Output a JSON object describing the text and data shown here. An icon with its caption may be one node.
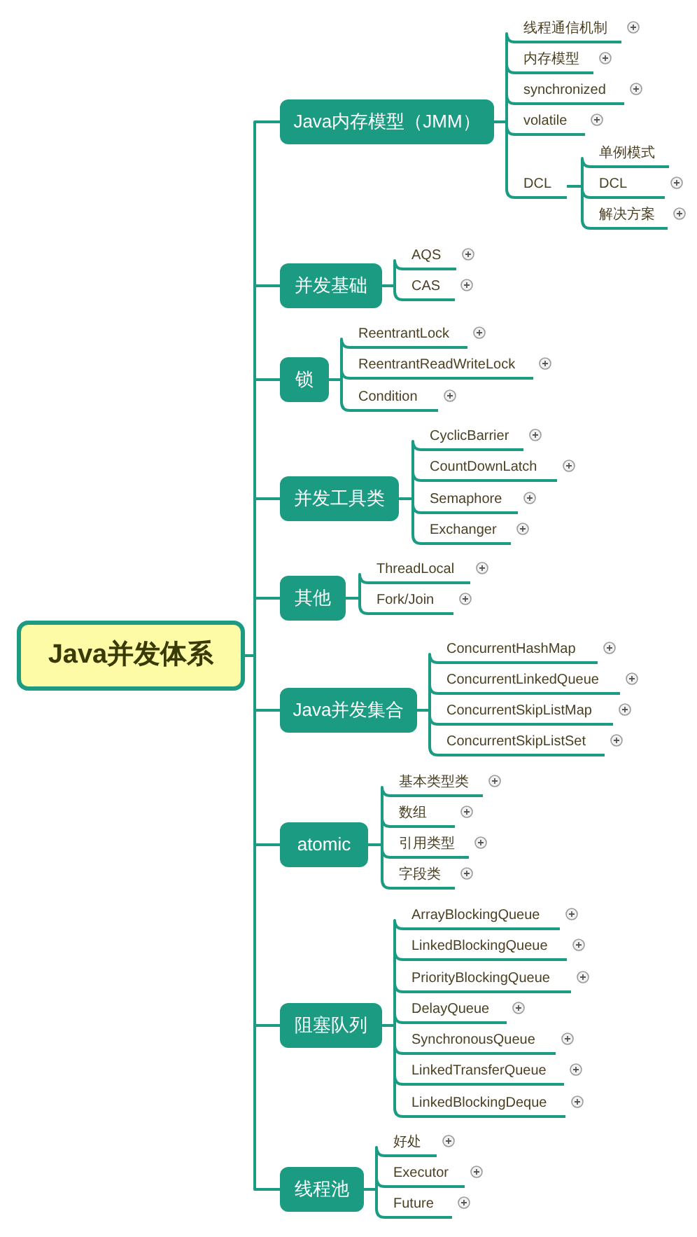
{
  "diagram": {
    "nodes": [
      {
        "text": [
          "Java并发体系"
        ]
      },
      {
        "text": [
          "Java内存模型（JMM）"
        ]
      },
      {
        "text": [
          "线程通信机制"
        ]
      },
      {
        "text": [
          "内存模型"
        ]
      },
      {
        "text": [
          "synchronized"
        ]
      },
      {
        "text": [
          "volatile"
        ]
      },
      {
        "text": [
          "DCL"
        ]
      },
      {
        "text": [
          "单例模式"
        ]
      },
      {
        "text": [
          "DCL"
        ]
      },
      {
        "text": [
          "解决方案"
        ]
      },
      {
        "text": [
          "并发基础"
        ]
      },
      {
        "text": [
          "AQS"
        ]
      },
      {
        "text": [
          "CAS"
        ]
      },
      {
        "text": [
          "锁"
        ]
      },
      {
        "text": [
          "ReentrantLock"
        ]
      },
      {
        "text": [
          "ReentrantReadWriteLock"
        ]
      },
      {
        "text": [
          "Condition"
        ]
      },
      {
        "text": [
          "并发工具类"
        ]
      },
      {
        "text": [
          "CyclicBarrier"
        ]
      },
      {
        "text": [
          "CountDownLatch"
        ]
      },
      {
        "text": [
          "Semaphore"
        ]
      },
      {
        "text": [
          "Exchanger"
        ]
      },
      {
        "text": [
          "其他"
        ]
      },
      {
        "text": [
          "ThreadLocal"
        ]
      },
      {
        "text": [
          "Fork/Join"
        ]
      },
      {
        "text": [
          "Java并发集合"
        ]
      },
      {
        "text": [
          "ConcurrentHashMap"
        ]
      },
      {
        "text": [
          "ConcurrentLinkedQueue"
        ]
      },
      {
        "text": [
          "ConcurrentSkipListMap"
        ]
      },
      {
        "text": [
          "ConcurrentSkipListSet"
        ]
      },
      {
        "text": [
          "atomic"
        ]
      },
      {
        "text": [
          "基本类型类"
        ]
      },
      {
        "text": [
          "数组"
        ]
      },
      {
        "text": [
          "引用类型"
        ]
      },
      {
        "text": [
          "字段类"
        ]
      },
      {
        "text": [
          "阻塞队列"
        ]
      },
      {
        "text": [
          "ArrayBlockingQueue"
        ]
      },
      {
        "text": [
          "LinkedBlockingQueue"
        ]
      },
      {
        "text": [
          "PriorityBlockingQueue"
        ]
      },
      {
        "text": [
          "DelayQueue"
        ]
      },
      {
        "text": [
          "SynchronousQueue"
        ]
      },
      {
        "text": [
          "LinkedTransferQueue"
        ]
      },
      {
        "text": [
          "LinkedBlockingDeque"
        ]
      },
      {
        "text": [
          "线程池"
        ]
      },
      {
        "text": [
          "好处"
        ]
      },
      {
        "text": [
          "Executor"
        ]
      },
      {
        "text": [
          "Future"
        ]
      }
    ],
    "edges": [
      {
        "from": 0,
        "to": 1,
        "arrow": "none"
      },
      {
        "from": 1,
        "to": 2,
        "arrow": "none"
      },
      {
        "from": 1,
        "to": 3,
        "arrow": "none"
      },
      {
        "from": 1,
        "to": 4,
        "arrow": "none"
      },
      {
        "from": 1,
        "to": 5,
        "arrow": "none"
      },
      {
        "from": 1,
        "to": 6,
        "arrow": "none"
      },
      {
        "from": 6,
        "to": 7,
        "arrow": "none"
      },
      {
        "from": 6,
        "to": 8,
        "arrow": "none"
      },
      {
        "from": 6,
        "to": 9,
        "arrow": "none"
      },
      {
        "from": 0,
        "to": 10,
        "arrow": "none"
      },
      {
        "from": 10,
        "to": 11,
        "arrow": "none"
      },
      {
        "from": 10,
        "to": 12,
        "arrow": "none"
      },
      {
        "from": 0,
        "to": 13,
        "arrow": "none"
      },
      {
        "from": 13,
        "to": 14,
        "arrow": "none"
      },
      {
        "from": 13,
        "to": 15,
        "arrow": "none"
      },
      {
        "from": 13,
        "to": 16,
        "arrow": "none"
      },
      {
        "from": 0,
        "to": 17,
        "arrow": "none"
      },
      {
        "from": 17,
        "to": 18,
        "arrow": "none"
      },
      {
        "from": 17,
        "to": 19,
        "arrow": "none"
      },
      {
        "from": 17,
        "to": 20,
        "arrow": "none"
      },
      {
        "from": 17,
        "to": 21,
        "arrow": "none"
      },
      {
        "from": 0,
        "to": 22,
        "arrow": "none"
      },
      {
        "from": 22,
        "to": 23,
        "arrow": "none"
      },
      {
        "from": 22,
        "to": 24,
        "arrow": "none"
      },
      {
        "from": 0,
        "to": 25,
        "arrow": "none"
      },
      {
        "from": 25,
        "to": 26,
        "arrow": "none"
      },
      {
        "from": 25,
        "to": 27,
        "arrow": "none"
      },
      {
        "from": 25,
        "to": 28,
        "arrow": "none"
      },
      {
        "from": 25,
        "to": 29,
        "arrow": "none"
      },
      {
        "from": 0,
        "to": 30,
        "arrow": "none"
      },
      {
        "from": 30,
        "to": 31,
        "arrow": "none"
      },
      {
        "from": 30,
        "to": 32,
        "arrow": "none"
      },
      {
        "from": 30,
        "to": 33,
        "arrow": "none"
      },
      {
        "from": 30,
        "to": 34,
        "arrow": "none"
      },
      {
        "from": 0,
        "to": 35,
        "arrow": "none"
      },
      {
        "from": 35,
        "to": 36,
        "arrow": "none"
      },
      {
        "from": 35,
        "to": 37,
        "arrow": "none"
      },
      {
        "from": 35,
        "to": 38,
        "arrow": "none"
      },
      {
        "from": 35,
        "to": 39,
        "arrow": "none"
      },
      {
        "from": 35,
        "to": 40,
        "arrow": "none"
      },
      {
        "from": 35,
        "to": 41,
        "arrow": "none"
      },
      {
        "from": 35,
        "to": 42,
        "arrow": "none"
      },
      {
        "from": 0,
        "to": 43,
        "arrow": "none"
      },
      {
        "from": 43,
        "to": 44,
        "arrow": "none"
      },
      {
        "from": 43,
        "to": 45,
        "arrow": "none"
      },
      {
        "from": 43,
        "to": 46,
        "arrow": "none"
      }
    ]
  }
}
